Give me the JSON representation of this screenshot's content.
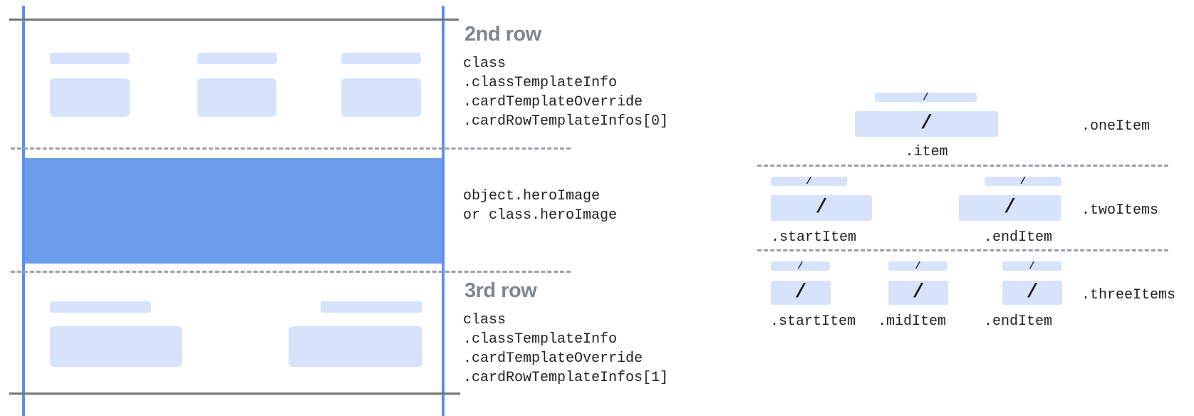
{
  "colors": {
    "edge_blue": "#5b90ee",
    "hero_blue": "#6d9ceb",
    "placeholder_blue": "#d7e3fb",
    "solid_line_gray": "#757575",
    "dashed_line_gray": "#9aa0a6",
    "heading_gray": "#80868b",
    "code_text": "#202124"
  },
  "left_annotations": {
    "second_row": {
      "heading": "2nd row",
      "lines": [
        "class",
        ".classTemplateInfo",
        ".cardTemplateOverride",
        ".cardRowTemplateInfos[0]"
      ]
    },
    "hero": {
      "lines": [
        "object.heroImage",
        "or class.heroImage"
      ]
    },
    "third_row": {
      "heading": "3rd row",
      "lines": [
        "class",
        ".classTemplateInfo",
        ".cardTemplateOverride",
        ".cardRowTemplateInfos[1]"
      ]
    }
  },
  "item_layouts": {
    "slash": "/",
    "one_item": {
      "caption": ".item",
      "label": ".oneItem"
    },
    "two_items": {
      "captions": [
        ".startItem",
        ".endItem"
      ],
      "label": ".twoItems"
    },
    "three_items": {
      "captions": [
        ".startItem",
        ".midItem",
        ".endItem"
      ],
      "label": ".threeItems"
    }
  }
}
